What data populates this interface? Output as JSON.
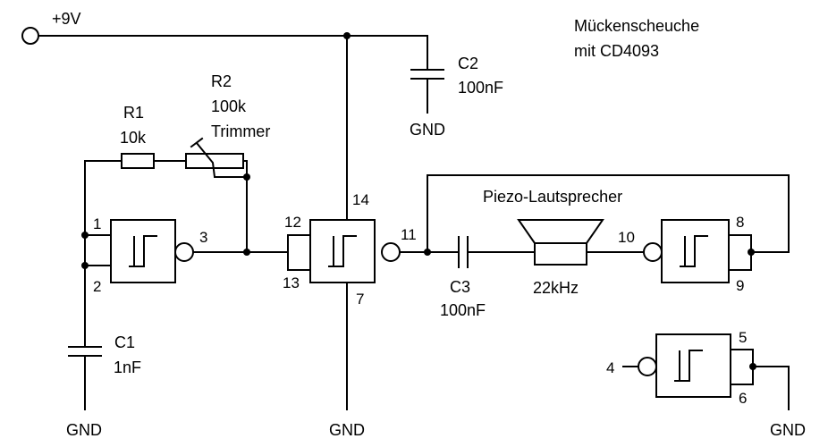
{
  "title": {
    "line1": "Mückenscheuche",
    "line2": "mit  CD4093"
  },
  "supply": {
    "label": "+9V"
  },
  "gnd": {
    "label": "GND"
  },
  "components": {
    "r1": {
      "name": "R1",
      "value": "10k"
    },
    "r2": {
      "name": "R2",
      "value": "100k",
      "note": "Trimmer"
    },
    "c1": {
      "name": "C1",
      "value": "1nF"
    },
    "c2": {
      "name": "C2",
      "value": "100nF"
    },
    "c3": {
      "name": "C3",
      "value": "100nF"
    },
    "piezo": {
      "name": "Piezo-Lautsprecher",
      "value": "22kHz"
    }
  },
  "pins": {
    "p1": "1",
    "p2": "2",
    "p3": "3",
    "p4": "4",
    "p5": "5",
    "p6": "6",
    "p7": "7",
    "p8": "8",
    "p9": "9",
    "p10": "10",
    "p11": "11",
    "p12": "12",
    "p13": "13",
    "p14": "14"
  },
  "colors": {
    "line": "#000000",
    "background": "#ffffff"
  }
}
